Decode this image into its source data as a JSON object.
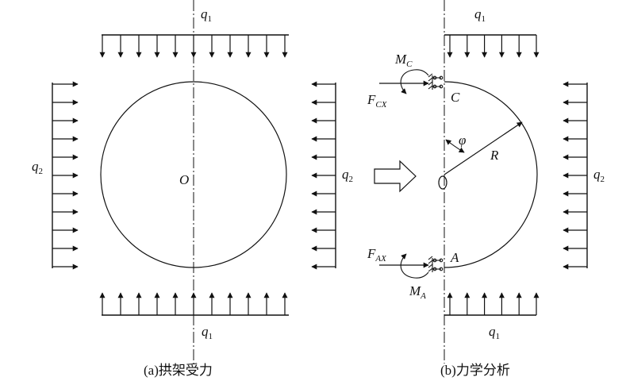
{
  "labels": {
    "q1": "q",
    "q1_sub": "1",
    "q2": "q",
    "q2_sub": "2",
    "O": "O",
    "C": "C",
    "A": "A",
    "R": "R",
    "phi": "φ",
    "M": "M",
    "MC_sub": "C",
    "MA_sub": "A",
    "F": "F",
    "FCX_sub": "CX",
    "FAX_sub": "AX"
  },
  "captions": {
    "a": "(a)拱架受力",
    "b": "(b)力学分析"
  }
}
